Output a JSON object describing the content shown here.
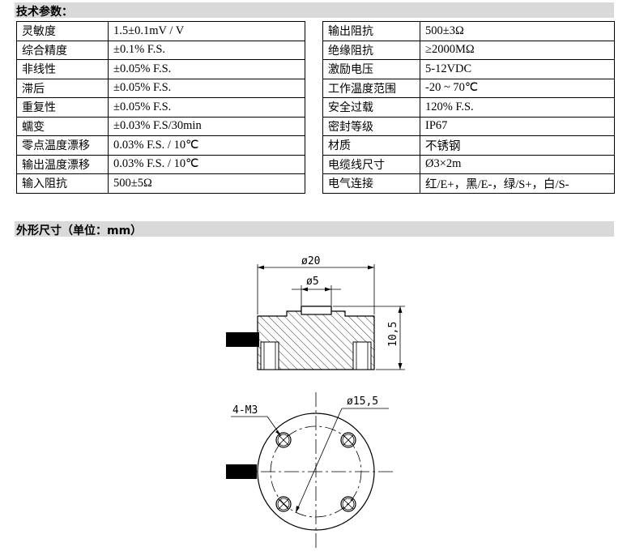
{
  "section1": {
    "title": "技术参数："
  },
  "specs_left": [
    {
      "label": "灵敏度",
      "value": "1.5±0.1mV / V"
    },
    {
      "label": "综合精度",
      "value": "±0.1% F.S."
    },
    {
      "label": "非线性",
      "value": "±0.05% F.S."
    },
    {
      "label": "滞后",
      "value": "±0.05% F.S."
    },
    {
      "label": "重复性",
      "value": "±0.05% F.S."
    },
    {
      "label": "蠕变",
      "value": "±0.03% F.S/30min"
    },
    {
      "label": "零点温度漂移",
      "value": "0.03% F.S. / 10℃"
    },
    {
      "label": "输出温度漂移",
      "value": "0.03% F.S. / 10℃"
    },
    {
      "label": "输入阻抗",
      "value": "500±5Ω"
    }
  ],
  "specs_right": [
    {
      "label": "输出阻抗",
      "value": "500±3Ω"
    },
    {
      "label": "绝缘阻抗",
      "value": "≥2000MΩ"
    },
    {
      "label": "激励电压",
      "value": "5-12VDC"
    },
    {
      "label": "工作温度范围",
      "value": "-20 ~ 70℃"
    },
    {
      "label": "安全过载",
      "value": "120% F.S."
    },
    {
      "label": "密封等级",
      "value": "IP67"
    },
    {
      "label": "材质",
      "value": "不锈钢"
    },
    {
      "label": "电缆线尺寸",
      "value": "Ø3×2m"
    },
    {
      "label": "电气连接",
      "value": "红/E+，黑/E-，绿/S+，白/S-"
    }
  ],
  "section2": {
    "title": "外形尺寸（单位：mm）"
  },
  "drawing": {
    "dim_outer_diameter": "ø20",
    "dim_boss_diameter": "ø5",
    "dim_height": "10,5",
    "dim_bolt_circle": "ø15,5",
    "dim_holes": "4-M3"
  }
}
